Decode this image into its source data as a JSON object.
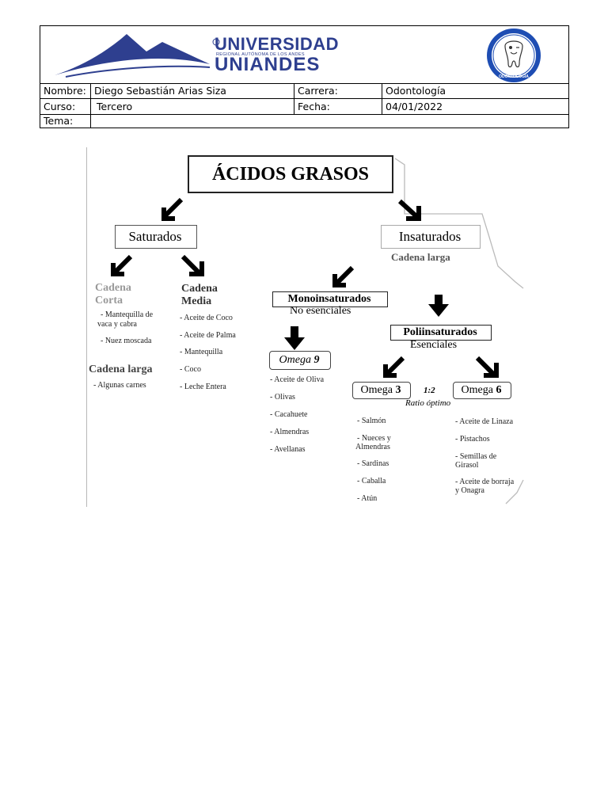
{
  "header": {
    "university": {
      "name_line1": "UNIVERSIDAD",
      "name_line2": "UNIANDES",
      "subtitle": "REGIONAL AUTÓNOMA DE LOS ANDES",
      "brand_color": "#2e3f8f"
    },
    "seal": {
      "icon": "tooth-mascot-seal-icon",
      "text": "ODONTOLOGÍA"
    },
    "rows": {
      "nombre_label": "Nombre:",
      "nombre_value": "Diego Sebastián Arias Siza",
      "carrera_label": "Carrera:",
      "carrera_value": "Odontología",
      "curso_label": "Curso:",
      "curso_value": "Tercero",
      "fecha_label": "Fecha:",
      "fecha_value": "04/01/2022",
      "tema_label": "Tema:",
      "tema_value": ""
    }
  },
  "diagram": {
    "title": "ÁCIDOS GRASOS",
    "saturados": {
      "label": "Saturados",
      "corta_title_1": "Cadena",
      "corta_title_2": "Corta",
      "corta_items_1": "- Mantequilla de",
      "corta_items_2": "vaca y cabra",
      "corta_items_3": "- Nuez moscada",
      "larga_title": "Cadena larga",
      "larga_item": "- Algunas carnes",
      "media_title_1": "Cadena",
      "media_title_2": "Media",
      "media_items": [
        "- Aceite de Coco",
        "- Aceite de Palma",
        "- Mantequilla",
        "- Coco",
        "- Leche Entera"
      ]
    },
    "insaturados": {
      "label": "Insaturados",
      "subtitle": "Cadena larga",
      "mono_label": "Monoinsaturados",
      "mono_sub": "No esenciales",
      "omega9_label": "Omega",
      "omega9_num": "9",
      "omega9_items": [
        "- Aceite de Oliva",
        "- Olivas",
        "- Cacahuete",
        "- Almendras",
        "- Avellanas"
      ],
      "poli_label": "Poliinsaturados",
      "poli_sub": "Esenciales",
      "omega3_label": "Omega",
      "omega3_num": "3",
      "omega6_label": "Omega",
      "omega6_num": "6",
      "ratio": "1:2",
      "ratio_label": "Ratio óptimo",
      "omega3_items": [
        "- Salmón",
        "- Nueces y",
        "Almendras",
        "- Sardinas",
        "- Caballa",
        "- Atún"
      ],
      "omega6_items": [
        "- Aceite de Linaza",
        "- Pistachos",
        "- Semillas de",
        "Girasol",
        "- Aceite de borraja",
        "y Onagra"
      ]
    }
  }
}
